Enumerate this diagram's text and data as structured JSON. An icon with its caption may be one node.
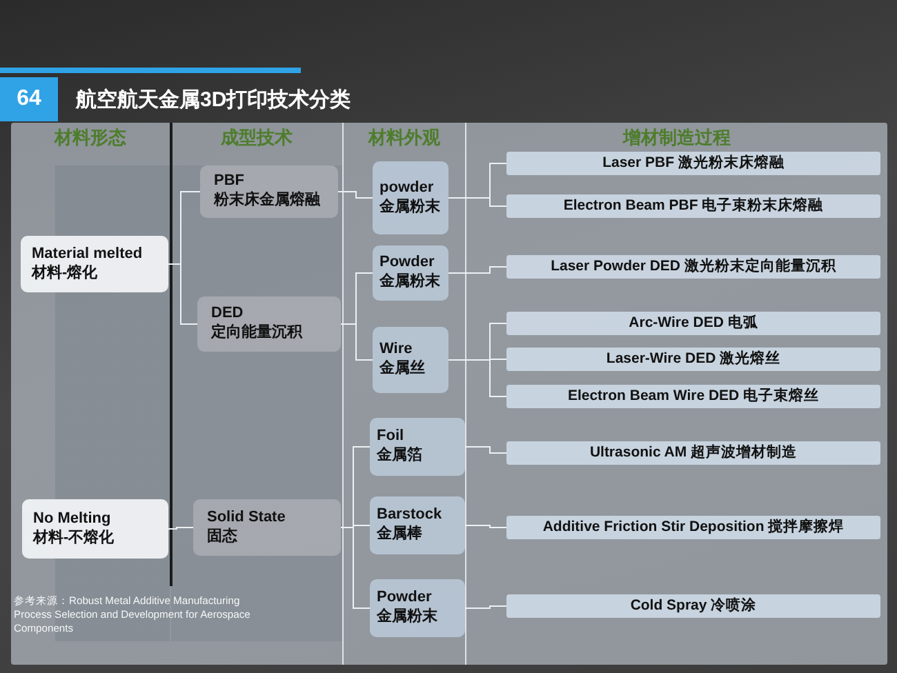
{
  "diagram": {
    "title": "航空航天金属3D打印技术分类",
    "nodes": [
      {
        "text": [
          "Material melted",
          "材料-熔化"
        ]
      },
      {
        "text": [
          "No Melting",
          "材料-不熔化"
        ]
      },
      {
        "text": [
          "PBF",
          "粉末床金属熔融"
        ]
      },
      {
        "text": [
          "DED",
          "定向能量沉积"
        ]
      },
      {
        "text": [
          "Solid State",
          "固态"
        ]
      },
      {
        "text": [
          "powder",
          "金属粉末"
        ]
      },
      {
        "text": [
          "Powder",
          "金属粉末"
        ]
      },
      {
        "text": [
          "Wire",
          "金属丝"
        ]
      },
      {
        "text": [
          "Foil",
          "金属箔"
        ]
      },
      {
        "text": [
          "Barstock",
          "金属棒"
        ]
      },
      {
        "text": [
          "Powder",
          "金属粉末"
        ]
      },
      {
        "text": [
          "Laser PBF 激光粉末床熔融"
        ]
      },
      {
        "text": [
          "Electron Beam PBF 电子束粉末床熔融"
        ]
      },
      {
        "text": [
          "Laser Powder DED 激光粉末定向能量沉积"
        ]
      },
      {
        "text": [
          "Arc-Wire DED 电弧"
        ]
      },
      {
        "text": [
          "Laser-Wire DED 激光熔丝"
        ]
      },
      {
        "text": [
          "Electron Beam Wire DED 电子束熔丝"
        ]
      },
      {
        "text": [
          "Ultrasonic AM 超声波增材制造"
        ]
      },
      {
        "text": [
          "Additive Friction Stir Deposition 搅拌摩擦焊"
        ]
      },
      {
        "text": [
          "Cold Spray 冷喷涂"
        ]
      }
    ],
    "edges": [
      {
        "from": 0,
        "to": 2,
        "arrow": "none"
      },
      {
        "from": 0,
        "to": 3,
        "arrow": "none"
      },
      {
        "from": 1,
        "to": 4,
        "arrow": "none"
      },
      {
        "from": 2,
        "to": 5,
        "arrow": "none"
      },
      {
        "from": 3,
        "to": 6,
        "arrow": "none"
      },
      {
        "from": 3,
        "to": 7,
        "arrow": "none"
      },
      {
        "from": 4,
        "to": 8,
        "arrow": "none"
      },
      {
        "from": 4,
        "to": 9,
        "arrow": "none"
      },
      {
        "from": 4,
        "to": 10,
        "arrow": "none"
      },
      {
        "from": 5,
        "to": 11,
        "arrow": "none"
      },
      {
        "from": 5,
        "to": 12,
        "arrow": "none"
      },
      {
        "from": 6,
        "to": 13,
        "arrow": "none"
      },
      {
        "from": 7,
        "to": 14,
        "arrow": "none"
      },
      {
        "from": 7,
        "to": 15,
        "arrow": "none"
      },
      {
        "from": 7,
        "to": 16,
        "arrow": "none"
      },
      {
        "from": 8,
        "to": 17,
        "arrow": "none"
      },
      {
        "from": 9,
        "to": 18,
        "arrow": "none"
      },
      {
        "from": 10,
        "to": 19,
        "arrow": "none"
      }
    ],
    "labels": [
      "64",
      "材料形态",
      "成型技术",
      "材料外观",
      "增材制造过程",
      "参考来源：Robust Metal Additive Manufacturing Process Selection and Development for Aerospace Components"
    ]
  }
}
